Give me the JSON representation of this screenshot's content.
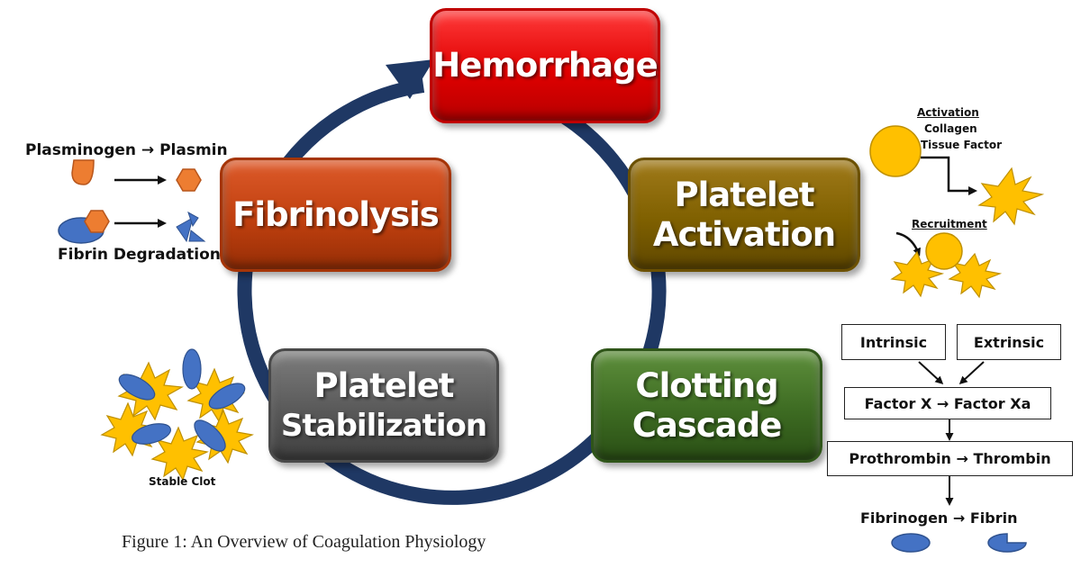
{
  "cycle": {
    "hemorrhage": "Hemorrhage",
    "platelet_activation": [
      "Platelet",
      "Activation"
    ],
    "clotting_cascade": [
      "Clotting",
      "Cascade"
    ],
    "platelet_stabilization": [
      "Platelet",
      "Stabilization"
    ],
    "fibrinolysis": "Fibrinolysis",
    "colors": {
      "hemorrhage": "#e00000",
      "platelet_activation": "#7f6000",
      "clotting_cascade": "#3d6b22",
      "platelet_stabilization": "#595959",
      "fibrinolysis": "#c0400f",
      "ring": "#1f3864"
    }
  },
  "fibrinolysis_panel": {
    "plasminogen_plasmin": "Plasminogen → Plasmin",
    "fibrin_degradation": "Fibrin Degradation"
  },
  "activation_panel": {
    "activation_title": "Activation",
    "collagen": "Collagen",
    "tissue_factor": "Tissue Factor",
    "recruitment_title": "Recruitment"
  },
  "cascade_panel": {
    "intrinsic": "Intrinsic",
    "extrinsic": "Extrinsic",
    "factor_x": "Factor X → Factor Xa",
    "prothrombin": "Prothrombin → Thrombin",
    "fibrinogen": "Fibrinogen → Fibrin"
  },
  "stabilization_panel": {
    "stable_clot": "Stable Clot"
  },
  "figure_caption": "Figure 1: An Overview of Coagulation Physiology"
}
